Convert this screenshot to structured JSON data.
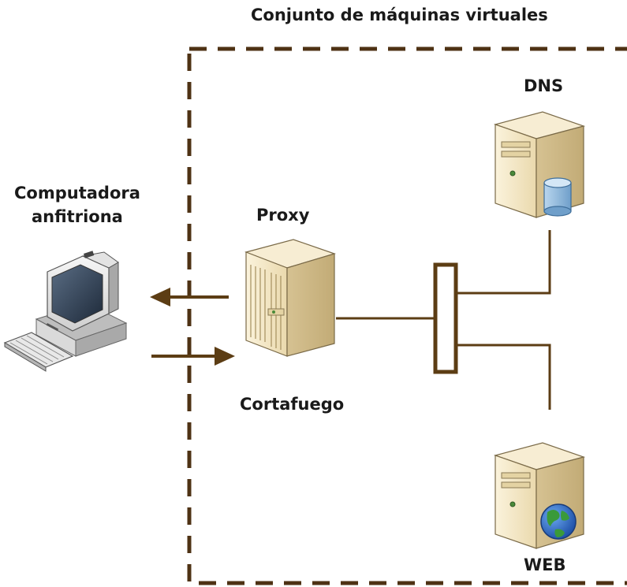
{
  "diagram": {
    "group_title": "Conjunto de máquinas virtuales",
    "host": {
      "label_line1": "Computadora",
      "label_line2": "anfitriona"
    },
    "proxy": {
      "top_label": "Proxy",
      "bottom_label": "Cortafuego"
    },
    "dns": {
      "label": "DNS"
    },
    "web": {
      "label": "WEB"
    },
    "colors": {
      "line": "#5c3d14",
      "border": "#4e3214",
      "server_body": "#f2e6c4",
      "database": "#8fb8dc",
      "globe_water": "#2e6fcc",
      "globe_land": "#3a9a3a"
    },
    "icons": {
      "host": "desktop-computer-icon",
      "proxy": "tower-server-icon",
      "dns": "database-server-icon",
      "web": "web-server-icon"
    }
  }
}
